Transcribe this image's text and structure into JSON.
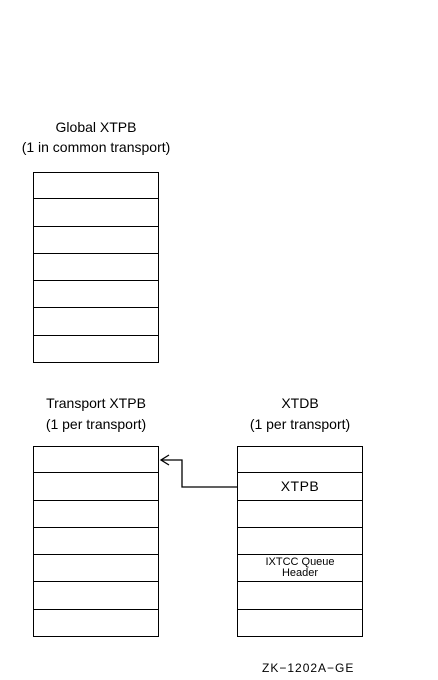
{
  "global_xtpb": {
    "title": "Global XTPB",
    "subtitle": "(1 in common  transport)",
    "cells": [
      "",
      "",
      "",
      "",
      "",
      "",
      ""
    ]
  },
  "transport_xtpb": {
    "title": "Transport XTPB",
    "subtitle": "(1 per transport)",
    "cells": [
      "",
      "",
      "",
      "",
      "",
      "",
      ""
    ]
  },
  "xtdb": {
    "title": "XTDB",
    "subtitle": "(1 per transport)",
    "cells": [
      "",
      "XTPB",
      "",
      "",
      "IXTCC Queue\nHeader",
      "",
      ""
    ]
  },
  "figure_id": "ZK−1202A−GE"
}
